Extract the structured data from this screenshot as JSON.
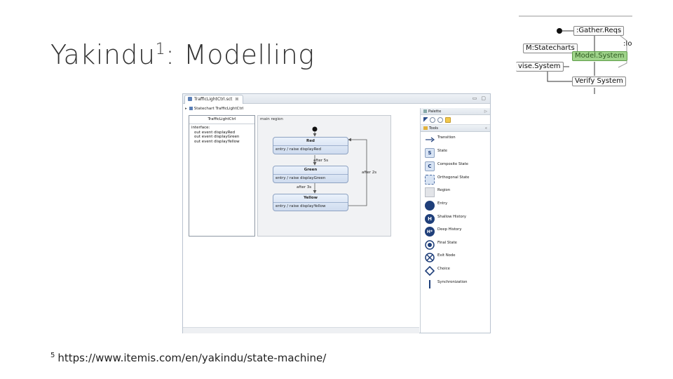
{
  "slide": {
    "title": "Yakindu",
    "title_sup": "1",
    "title_rest": ": Modelling",
    "footnote_num": "5",
    "footnote_text": "https://www.itemis.com/en/yakindu/state-machine/"
  },
  "process_diagram": {
    "nodes": [
      ":Gather.Reqs",
      "M:Statecharts",
      "Model.System",
      ":Io",
      "vise.System",
      "Verify System"
    ]
  },
  "editor": {
    "tab_label": "TrafficLightCtrl.sct",
    "tab_close": "⊠",
    "window_minimize": "▭",
    "window_maximize": "▢",
    "breadcrumb_arrow": "▸",
    "breadcrumb": "Statechart TrafficLightCtrl",
    "interface_box": {
      "title": "TrafficLightCtrl",
      "interface_label": "interface:",
      "events": [
        "out event displayRed",
        "out event displayGreen",
        "out event displayYellow"
      ]
    },
    "region": {
      "label": "main region",
      "states": [
        {
          "name": "Red",
          "entry": "entry / raise displayRed"
        },
        {
          "name": "Green",
          "entry": "entry / raise displayGreen"
        },
        {
          "name": "Yellow",
          "entry": "entry / raise displayYellow"
        }
      ],
      "transitions": [
        "after 5s",
        "after 3s",
        "after 2s"
      ]
    }
  },
  "palette": {
    "title": "Palette",
    "collapse_glyph": "▷",
    "section": "Tools",
    "section_glyph": "«",
    "items": [
      {
        "label": "Transition",
        "icon": "arrow-icon"
      },
      {
        "label": "State",
        "icon": "state-icon",
        "glyph": "S"
      },
      {
        "label": "Composite State",
        "icon": "composite-state-icon",
        "glyph": "C"
      },
      {
        "label": "Orthogonal State",
        "icon": "orthogonal-state-icon"
      },
      {
        "label": "Region",
        "icon": "region-icon"
      },
      {
        "label": "Entry",
        "icon": "entry-icon"
      },
      {
        "label": "Shallow History",
        "icon": "shallow-history-icon",
        "glyph": "H"
      },
      {
        "label": "Deep History",
        "icon": "deep-history-icon",
        "glyph": "H*"
      },
      {
        "label": "Final State",
        "icon": "final-state-icon"
      },
      {
        "label": "Exit Node",
        "icon": "exit-node-icon"
      },
      {
        "label": "Choice",
        "icon": "choice-icon"
      },
      {
        "label": "Synchronization",
        "icon": "synchronization-icon"
      }
    ]
  },
  "colors": {
    "accent": "#1f3f7a",
    "state_fill": "#d8e4f4",
    "model_system_fill": "#9fd38a"
  }
}
